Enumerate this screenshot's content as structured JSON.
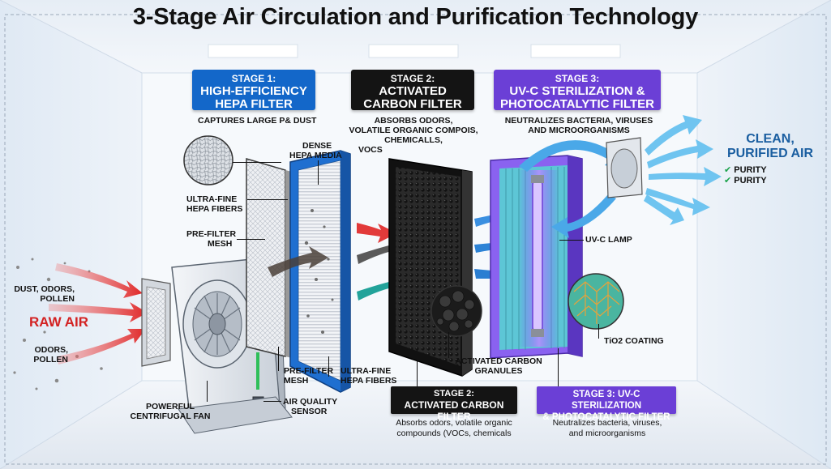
{
  "title": "3-Stage Air Circulation and Purification Technology",
  "colors": {
    "stage1": "#1367c9",
    "stage2": "#141414",
    "stage3": "#6b3fd6",
    "clean": "#1a5ea0",
    "raw": "#d32222",
    "check": "#1aa24a"
  },
  "stage1": {
    "line1": "STAGE 1:",
    "line2a": "HIGH-EFFICIENCY",
    "line2b": "HEPA FILTER",
    "caption": "CAPTURES LARGE P& DUST"
  },
  "stage2": {
    "line1": "STAGE 2:",
    "line2a": "ACTIVATED",
    "line2b": "CARBON FILTER",
    "caption_a": "ABSORBS ODORS,",
    "caption_b": "VOLATILE ORGANIC COMPOIS,",
    "caption_c": "CHEMICALLS,",
    "caption_d": "VOCs"
  },
  "stage3": {
    "line1": "STAGE 3:",
    "line2a": "UV-C STERILIZATION &",
    "line2b": "PHOTOCATALYTIC FILTER",
    "caption_a": "NEUTRALIZES BACTERIA, VIRUSES",
    "caption_b": "AND MICROORGANISMS"
  },
  "clean_air": {
    "line1": "CLEAN,",
    "line2": "PURIFIED AIR",
    "check1": "PURITY",
    "check2": "PURITY"
  },
  "raw_air": {
    "label": "RAW AIR",
    "top_a": "DUST, ODORS,",
    "top_b": "POLLEN",
    "bot_a": "ODORS,",
    "bot_b": "POLLEN"
  },
  "callouts": {
    "dense_a": "DENSE",
    "dense_b": "HEPA MEDIA",
    "ultrafine_a": "ULTRA-FINE",
    "ultrafine_b": "HEPA FIBERS",
    "prefilter_a": "PRE-FILTER",
    "prefilter_b": "MESH",
    "prefilter2_a": "PRE-FILTER",
    "prefilter2_b": "MESH",
    "ultrafine2_a": "ULTRA-FINE",
    "ultrafine2_b": "HEPA FIBERS",
    "uvc_lamp": "UV-C LAMP",
    "tio2": "TiO2 COATING",
    "granules_a": "ACTIVATED CARBON",
    "granules_b": "GRANULES",
    "fan_a": "POWERFUL",
    "fan_b": "CENTRIFUGAL FAN",
    "sensor_a": "AIR QUALITY",
    "sensor_b": "SENSOR"
  },
  "bottom_stage2": {
    "line1": "STAGE 2:",
    "line2": "ACTIVATED CARBON FILTER",
    "desc_a": "Absorbs odors, volatile organic",
    "desc_b": "compounds (VOCs, chemicals"
  },
  "bottom_stage3": {
    "line1": "STAGE 3: UV-C STERILIZATION",
    "line2": "& PHOTOCATALYTIC FILTER",
    "desc_a": "Neutralizes bacteria, viruses,",
    "desc_b": "and microorganisms"
  }
}
